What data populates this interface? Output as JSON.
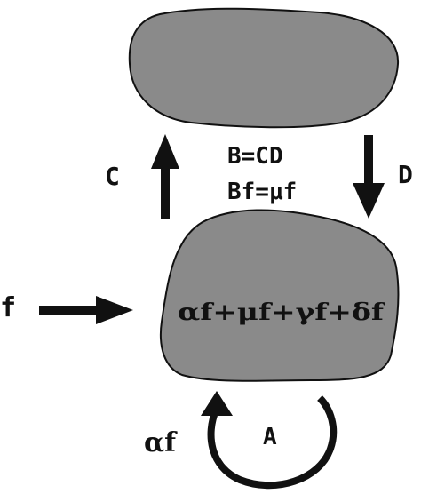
{
  "colors": {
    "blob": "#8a8a8a",
    "ink": "#111111",
    "background": "#ffffff"
  },
  "labels": {
    "input": "f",
    "arrow_up": "C",
    "arrow_down": "D",
    "equation_1": "B=CD",
    "equation_2": "Bf=μf",
    "lower_expression": "αf+μf+γf+δf",
    "loop_label": "A",
    "loop_term": "αf"
  }
}
